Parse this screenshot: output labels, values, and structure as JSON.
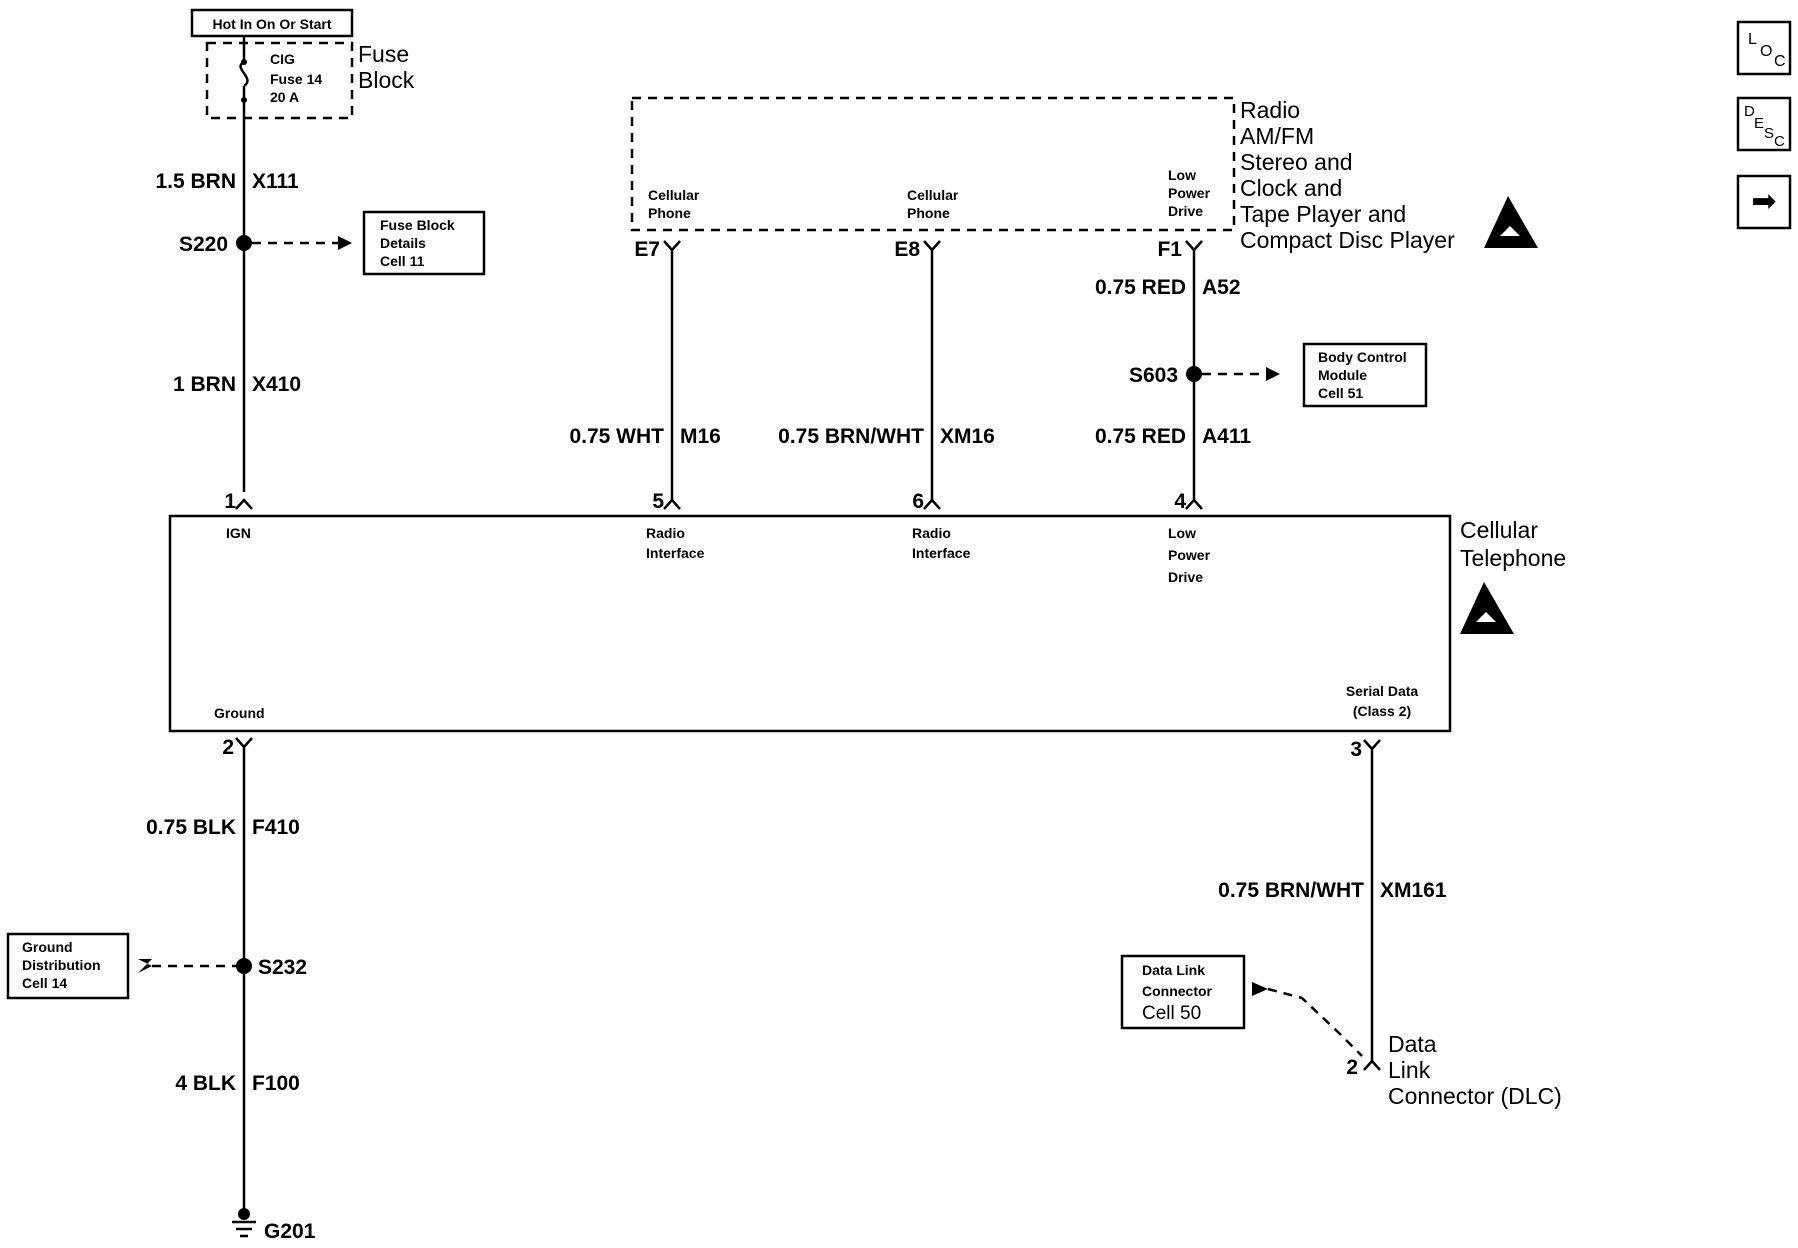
{
  "header": {
    "power_label": "Hot In On Or Start"
  },
  "fuse_block": {
    "fuse_name": "CIG",
    "fuse_number": "Fuse 14",
    "fuse_rating": "20 A",
    "title_line1": "Fuse",
    "title_line2": "Block"
  },
  "radio": {
    "title_lines": [
      "Radio",
      "AM/FM",
      "Stereo and",
      "Clock and",
      "Tape Player and",
      "Compact Disc Player"
    ],
    "pin_e7": {
      "pin": "E7",
      "label_line1": "Cellular",
      "label_line2": "Phone"
    },
    "pin_e8": {
      "pin": "E8",
      "label_line1": "Cellular",
      "label_line2": "Phone"
    },
    "pin_f1": {
      "pin": "F1",
      "label_line1": "Low",
      "label_line2": "Power",
      "label_line3": "Drive"
    }
  },
  "wires": {
    "x111": {
      "gauge_color": "1.5 BRN",
      "circuit": "X111"
    },
    "x410": {
      "gauge_color": "1  BRN",
      "circuit": "X410"
    },
    "m16": {
      "gauge_color": "0.75 WHT",
      "circuit": "M16"
    },
    "xm16": {
      "gauge_color": "0.75 BRN/WHT",
      "circuit": "XM16"
    },
    "a52": {
      "gauge_color": "0.75 RED",
      "circuit": "A52"
    },
    "a411": {
      "gauge_color": "0.75 RED",
      "circuit": "A411"
    },
    "f410": {
      "gauge_color": "0.75 BLK",
      "circuit": "F410"
    },
    "f100": {
      "gauge_color": "4 BLK",
      "circuit": "F100"
    },
    "xm161": {
      "gauge_color": "0.75 BRN/WHT",
      "circuit": "XM161"
    }
  },
  "splices": {
    "s220": "S220",
    "s603": "S603",
    "s232": "S232"
  },
  "ground": {
    "g201": "G201"
  },
  "refs": {
    "fuse_details": {
      "line1": "Fuse Block",
      "line2": "Details",
      "line3": "Cell 11"
    },
    "bcm": {
      "line1": "Body Control",
      "line2": "Module",
      "line3": "Cell 51"
    },
    "ground_dist": {
      "line1": "Ground",
      "line2": "Distribution",
      "line3": "Cell 14"
    },
    "dlc": {
      "line1": "Data Link",
      "line2": "Connector",
      "line3": "Cell 50"
    }
  },
  "cellular_telephone": {
    "title_line1": "Cellular",
    "title_line2": "Telephone",
    "pin1": {
      "num": "1",
      "label": "IGN"
    },
    "pin5": {
      "num": "5",
      "label_line1": "Radio",
      "label_line2": "Interface"
    },
    "pin6": {
      "num": "6",
      "label_line1": "Radio",
      "label_line2": "Interface"
    },
    "pin4": {
      "num": "4",
      "label_line1": "Low",
      "label_line2": "Power",
      "label_line3": "Drive"
    },
    "pin2": {
      "num": "2",
      "label": "Ground"
    },
    "pin3": {
      "num": "3",
      "label_line1": "Serial Data",
      "label_line2": "(Class 2)"
    }
  },
  "dlc": {
    "pin": "2",
    "title_lines": [
      "Data",
      "Link",
      "Connector (DLC)"
    ]
  },
  "nav": {
    "loc": {
      "a": "L",
      "b": "O",
      "c": "C"
    },
    "desc": {
      "a": "D",
      "b": "E",
      "c": "S",
      "d": "C"
    },
    "next_arrow": "➡"
  }
}
